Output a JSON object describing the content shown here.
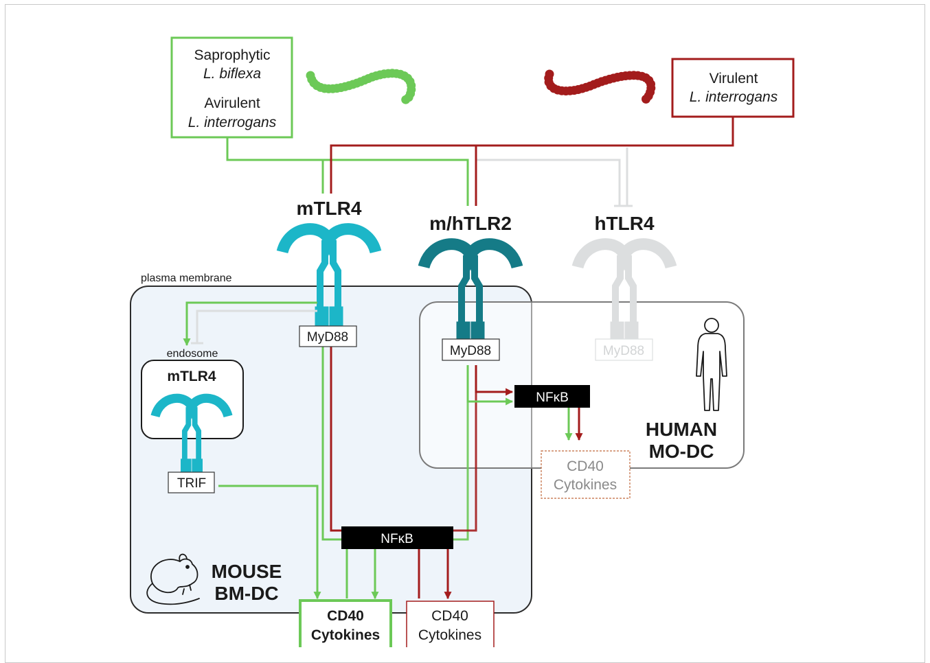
{
  "colors": {
    "green": "#6cc957",
    "red": "#a31c1c",
    "teal": "#1cb6c8",
    "dark_teal": "#157b87",
    "gray_receptor": "#dcdedf",
    "mouse_bg": "#eef4fa",
    "black": "#000000",
    "dim_text": "#8a8a8a"
  },
  "sources": {
    "green": {
      "line1": "Saprophytic",
      "line2": "L. biflexa",
      "line3": "Avirulent",
      "line4": "L. interrogans"
    },
    "red": {
      "line1": "Virulent",
      "line2": "L. interrogans"
    }
  },
  "receptors": {
    "mtlr4": "mTLR4",
    "mhtlr2": "m/hTLR2",
    "htlr4": "hTLR4",
    "endo_mtlr4": "mTLR4"
  },
  "adaptors": {
    "myd88": "MyD88",
    "trif": "TRIF"
  },
  "labels": {
    "plasma_membrane": "plasma membrane",
    "endosome": "endosome",
    "nfkb": "NFκB"
  },
  "cells": {
    "mouse": {
      "line1": "MOUSE",
      "line2": "BM-DC",
      "icon": "mouse-icon"
    },
    "human": {
      "line1": "HUMAN",
      "line2": "MO-DC",
      "icon": "human-icon"
    }
  },
  "outputs": {
    "line1": "CD40",
    "line2": "Cytokines"
  }
}
